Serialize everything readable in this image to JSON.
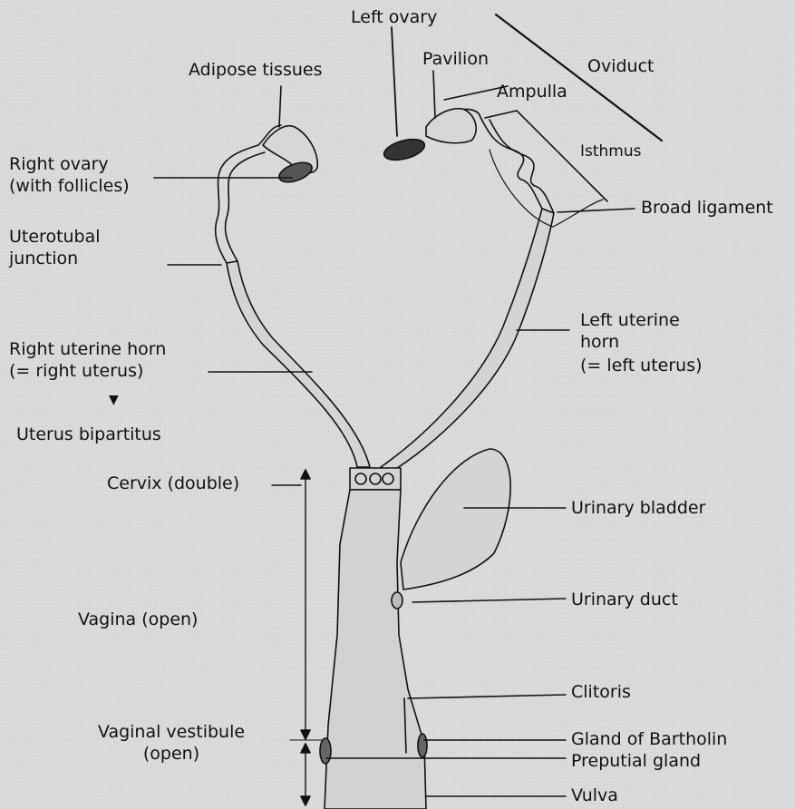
{
  "labels": {
    "left_ovary": "Left ovary",
    "oviduct": "Oviduct",
    "pavilion": "Pavilion",
    "ampulla": "Ampulla",
    "isthmus": "Isthmus",
    "adipose_tissues": "Adipose tissues",
    "right_ovary_1": "Right ovary",
    "right_ovary_2": "(with follicles)",
    "broad_ligament": "Broad ligament",
    "uterotubal_1": "Uterotubal",
    "uterotubal_2": "junction",
    "left_horn_1": "Left uterine",
    "left_horn_2": "horn",
    "left_horn_3": "(= left uterus)",
    "right_horn_1": "Right uterine horn",
    "right_horn_2": "(= right uterus)",
    "arrow_down": "▼",
    "uterus_bipartitus": "Uterus bipartitus",
    "cervix": "Cervix (double)",
    "urinary_bladder": "Urinary bladder",
    "urinary_duct": "Urinary duct",
    "vagina": "Vagina (open)",
    "clitoris": "Clitoris",
    "vestibule_1": "Vaginal vestibule",
    "vestibule_2": "(open)",
    "bartholin": "Gland of Bartholin",
    "preputial": "Preputial gland",
    "vulva": "Vulva"
  }
}
